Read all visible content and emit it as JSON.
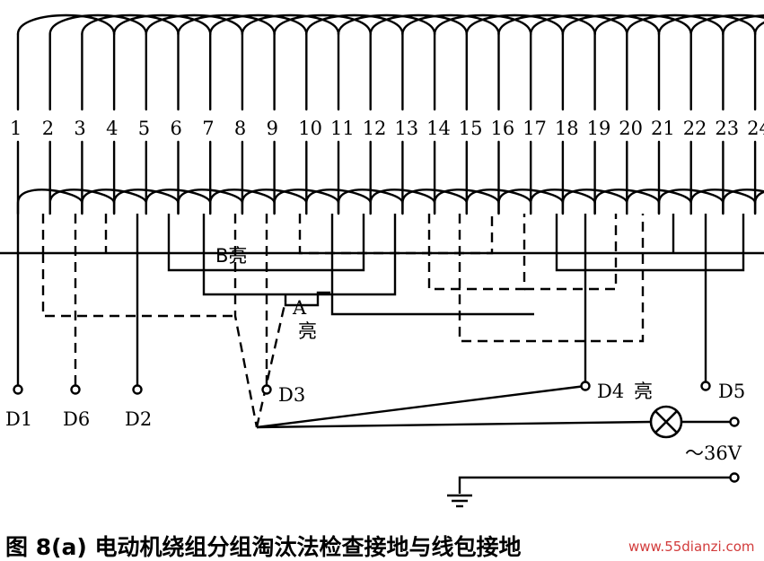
{
  "slots": [
    "1",
    "2",
    "3",
    "4",
    "5",
    "6",
    "7",
    "8",
    "9",
    "10",
    "11",
    "12",
    "13",
    "14",
    "15",
    "16",
    "17",
    "18",
    "19",
    "20",
    "21",
    "22",
    "23",
    "24"
  ],
  "terminals": [
    "D1",
    "D6",
    "D2",
    "D3",
    "D4",
    "D5"
  ],
  "labels": {
    "b_lamp_lit": "B亮",
    "a_letter": "A",
    "a_lit": "亮",
    "d4_lit": "亮",
    "supply": "～36V"
  },
  "caption": "图 8(a) 电动机绕组分组淘汰法检查接地与线包接地",
  "watermark": "www.55dianzi.com",
  "colors": {
    "line": "#000000",
    "watermark": "#d23b3b"
  }
}
